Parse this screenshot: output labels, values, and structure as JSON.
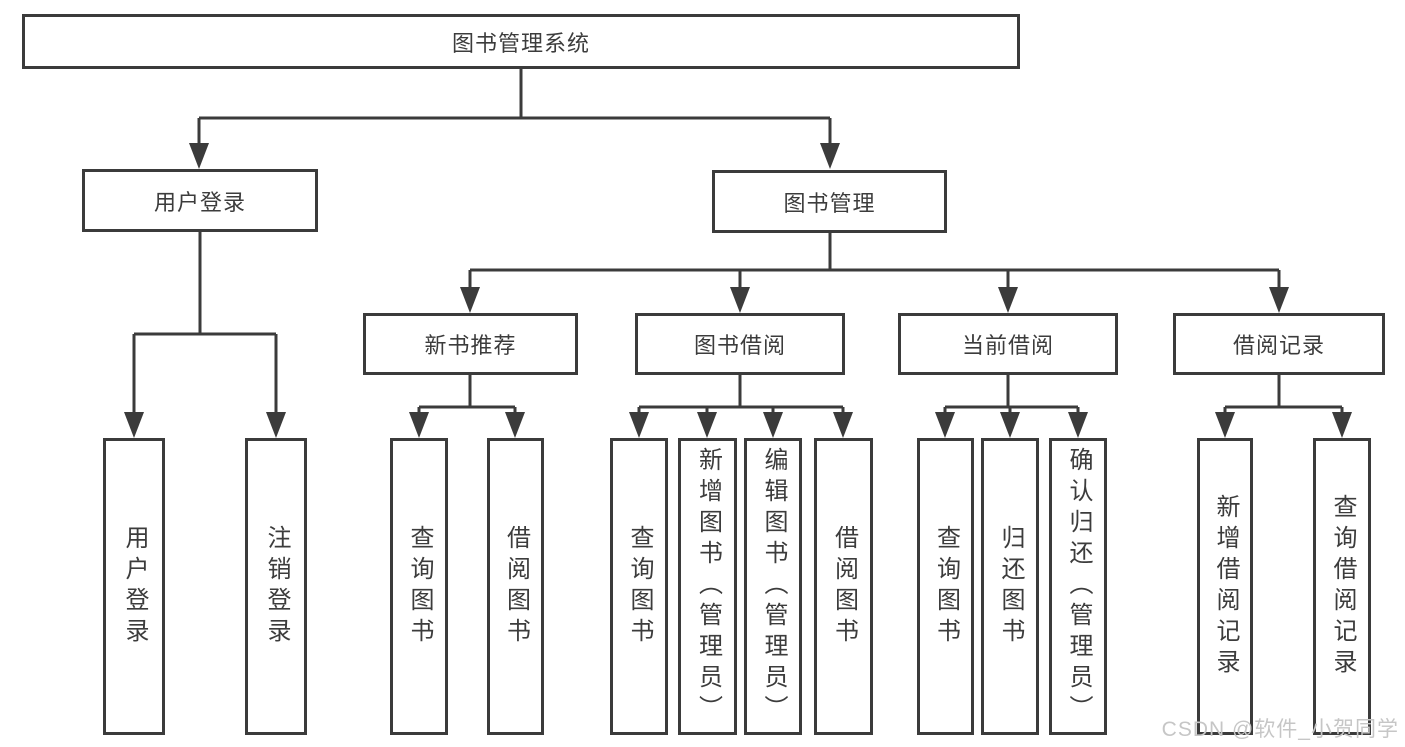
{
  "colors": {
    "line": "#3b3b3b",
    "text": "#3c3c3c",
    "background": "#ffffff",
    "watermark": "#c6c6c6"
  },
  "watermark": {
    "text": "CSDN @软件_小贺同学"
  },
  "tree": {
    "label": "图书管理系统",
    "children": [
      {
        "label": "用户登录",
        "children": [
          {
            "label": "用户登录"
          },
          {
            "label": "注销登录"
          }
        ]
      },
      {
        "label": "图书管理",
        "children": [
          {
            "label": "新书推荐",
            "children": [
              {
                "label": "查询图书"
              },
              {
                "label": "借阅图书"
              }
            ]
          },
          {
            "label": "图书借阅",
            "children": [
              {
                "label": "查询图书"
              },
              {
                "label": "新增图书（管理员）"
              },
              {
                "label": "编辑图书（管理员）"
              },
              {
                "label": "借阅图书"
              }
            ]
          },
          {
            "label": "当前借阅",
            "children": [
              {
                "label": "查询图书"
              },
              {
                "label": "归还图书"
              },
              {
                "label": "确认归还（管理员）"
              }
            ]
          },
          {
            "label": "借阅记录",
            "children": [
              {
                "label": "新增借阅记录"
              },
              {
                "label": "查询借阅记录"
              }
            ]
          }
        ]
      }
    ]
  }
}
